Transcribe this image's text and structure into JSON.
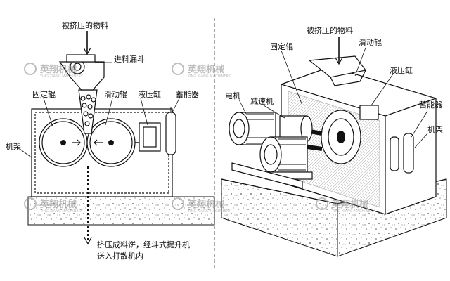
{
  "left": {
    "material_in": "被挤压的物料",
    "hopper": "进料漏斗",
    "fixed_roller": "固定辊",
    "sliding_roller": "滑动辊",
    "hydraulic_cylinder": "液压缸",
    "accumulator": "蓄能器",
    "frame": "机架",
    "output_line1": "挤压成料饼，经斗式提升机",
    "output_line2": "送入打散机内"
  },
  "right": {
    "material_in": "被挤压的物料",
    "fixed_roller": "固定辊",
    "sliding_roller": "滑动辊",
    "motor": "电机",
    "reducer": "减速机",
    "hydraulic_cylinder": "液压缸",
    "accumulator": "蓄能器",
    "frame": "机架"
  },
  "watermark": {
    "text": "英翔机械",
    "sub": "YING XIANG MACHINERY"
  }
}
